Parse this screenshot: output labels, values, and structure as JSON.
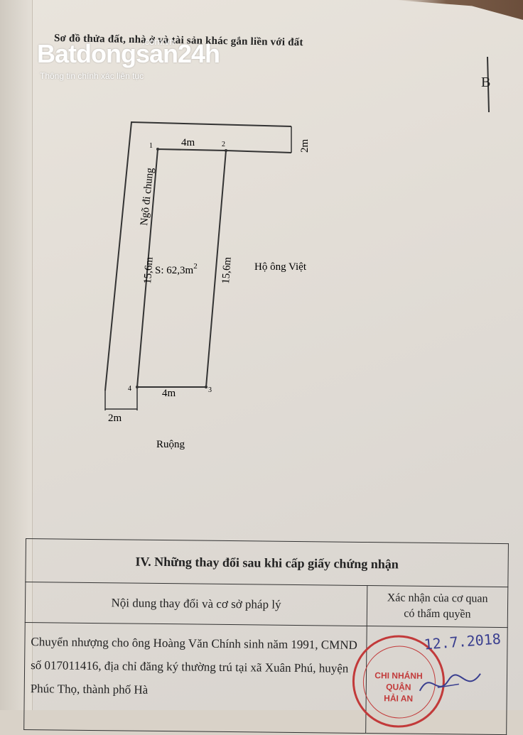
{
  "document": {
    "heading": "Sơ đồ thửa đất, nhà ở và tài sản khác gắn liền với đất",
    "north_label": "B"
  },
  "watermark": {
    "brand": "Batdongsan24h",
    "domain": ".com.vn",
    "tagline": "Thông tin chính xác liên tục"
  },
  "plan": {
    "lane_label": "Ngõ đi chung",
    "area_label": "S: 62,3m",
    "area_superscript": "2",
    "neighbor_right": "Hộ ông Việt",
    "neighbor_bottom": "Ruộng",
    "top_edge": "4m",
    "bottom_edge": "4m",
    "left_edge": "15,6m",
    "right_edge": "15,6m",
    "lane_width_top": "2m",
    "lane_width_bottom": "2m",
    "point_1": "1",
    "point_2": "2",
    "point_3": "3",
    "point_4": "4"
  },
  "changes_section": {
    "title": "IV. Những thay đổi sau khi cấp giấy chứng nhận",
    "col_content": "Nội dung thay đổi và cơ sở pháp lý",
    "col_confirm_line1": "Xác nhận của cơ quan",
    "col_confirm_line2": "có thẩm quyền",
    "entry_text": "Chuyển nhượng cho ông Hoàng Văn Chính sinh năm 1991, CMND số 017011416, địa chỉ đăng ký thường trú tại xã Xuân Phú, huyện Phúc Thọ, thành phố Hà",
    "handwritten_date": "12.7.2018"
  },
  "stamp": {
    "line1": "CHI NHÁNH",
    "line2": "QUẬN",
    "line3": "HẢI AN"
  },
  "colors": {
    "stamp": "#c23a3a",
    "ink": "#3a3f8f"
  }
}
